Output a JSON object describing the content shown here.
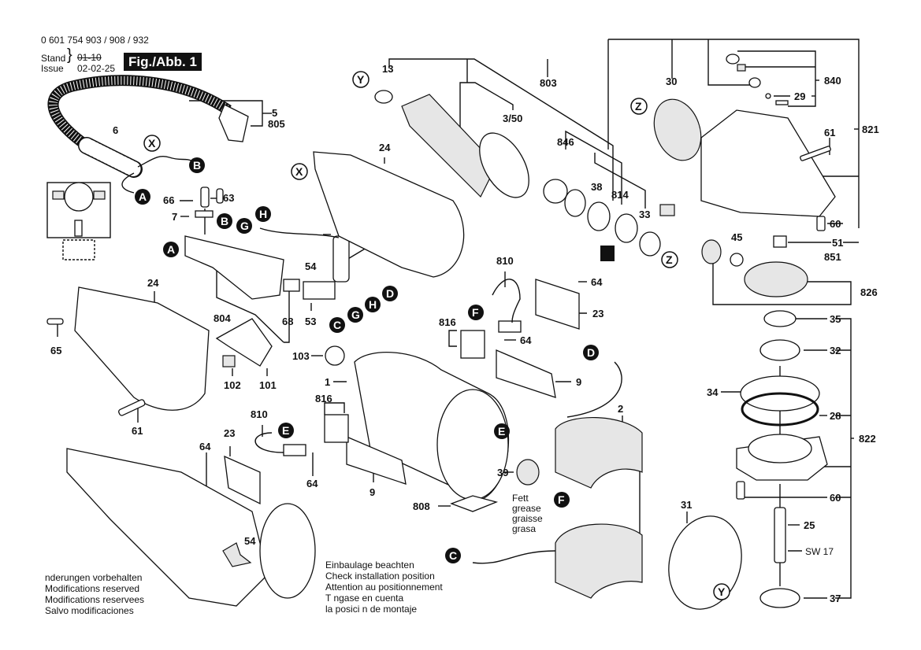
{
  "header": {
    "part_numbers": "0 601 754 903 / 908 / 932",
    "stand_label": "Stand",
    "issue_label": "Issue",
    "old_date_struck": "01-10",
    "issue_date": "02-02-25",
    "figure_label": "Fig./Abb. 1"
  },
  "notes": {
    "modifications": [
      "nderungen vorbehalten",
      "Modifications reserved",
      "Modifications reservees",
      "Salvo modificaciones"
    ],
    "installation": [
      "Einbaulage beachten",
      "Check installation position",
      "Attention au positionnement",
      "T ngase en cuenta",
      "la posici n de montaje"
    ],
    "grease": [
      "Fett",
      "grease",
      "graisse",
      "grasa"
    ]
  },
  "part_labels": {
    "p1": "1",
    "p2": "2",
    "p5": "5",
    "p6": "6",
    "p7": "7",
    "p9a": "9",
    "p9b": "9",
    "p13": "13",
    "p23a": "23",
    "p23b": "23",
    "p24a": "24",
    "p24b": "24",
    "p25": "25",
    "p28": "28",
    "p29": "29",
    "p30": "30",
    "p31": "31",
    "p32": "32",
    "p33": "33",
    "p34": "34",
    "p35": "35",
    "p37": "37",
    "p38": "38",
    "p39": "39",
    "p45": "45",
    "p51": "51",
    "p53": "53",
    "p54a": "54",
    "p54b": "54",
    "p60a": "60",
    "p60b": "60",
    "p61a": "61",
    "p61b": "61",
    "p63": "63",
    "p64a": "64",
    "p64b": "64",
    "p64c": "64",
    "p64d": "64",
    "p65": "65",
    "p66": "66",
    "p68": "68",
    "p101": "101",
    "p102": "102",
    "p103": "103",
    "p350": "3/50",
    "p803": "803",
    "p804": "804",
    "p805": "805",
    "p808": "808",
    "p810a": "810",
    "p810b": "810",
    "p814": "814",
    "p816a": "816",
    "p816b": "816",
    "p821": "821",
    "p822": "822",
    "p826": "826",
    "p840": "840",
    "p846": "846",
    "p851": "851",
    "sw17": "SW 17"
  },
  "connectors": {
    "A": "A",
    "B": "B",
    "C": "C",
    "D": "D",
    "E": "E",
    "F": "F",
    "G": "G",
    "H": "H",
    "X": "X",
    "Y": "Y",
    "Z": "Z"
  }
}
